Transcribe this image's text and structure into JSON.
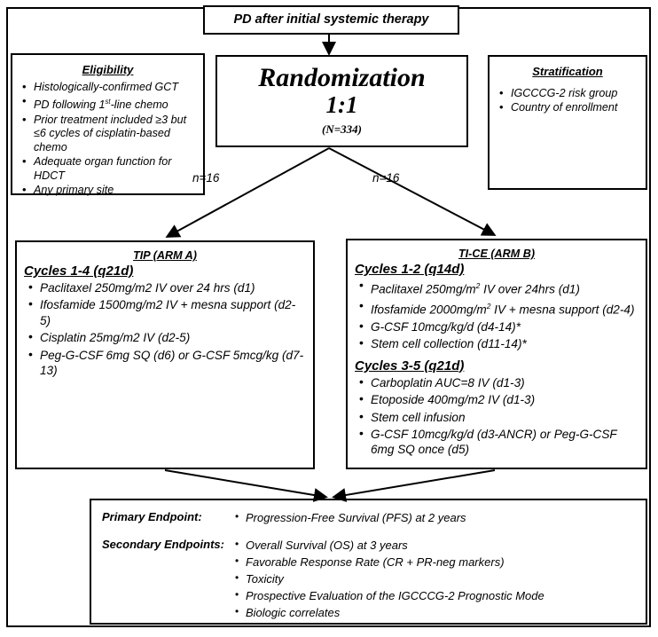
{
  "top": {
    "label": "PD after initial systemic therapy"
  },
  "eligibility": {
    "title": "Eligibility",
    "items": [
      "Histologically-confirmed GCT",
      "PD following 1st-line chemo",
      "Prior treatment included ≥3 but ≤6 cycles of cisplatin-based chemo",
      "Adequate organ function for HDCT",
      "Any primary site"
    ]
  },
  "randomization": {
    "line1": "Randomization",
    "line2": "1:1",
    "line3": "(N=334)"
  },
  "stratification": {
    "title": "Stratification",
    "items": [
      "IGCCCG-2 risk group",
      "Country of enrollment"
    ]
  },
  "allocation": {
    "left_label": "n=16",
    "right_label": "n=16"
  },
  "arm_a": {
    "title": "TIP (ARM A)",
    "cycle_heading": "Cycles 1-4 (q21d)",
    "items": [
      "Paclitaxel 250mg/m2 IV over 24 hrs (d1)",
      "Ifosfamide 1500mg/m2 IV + mesna support (d2-5)",
      "Cisplatin 25mg/m2 IV (d2-5)",
      "Peg-G-CSF 6mg SQ (d6) or G-CSF 5mcg/kg (d7-13)"
    ]
  },
  "arm_b": {
    "title": "TI-CE  (ARM B)",
    "cycle1_heading": "Cycles 1-2 (q14d)",
    "cycle1_items": [
      "Paclitaxel 250mg/m2 IV over 24hrs (d1)",
      "Ifosfamide 2000mg/m2 IV + mesna support (d2-4)",
      "G-CSF 10mcg/kg/d (d4-14)*",
      "Stem cell collection (d11-14)*"
    ],
    "cycle2_heading": "Cycles 3-5 (q21d)",
    "cycle2_items": [
      "Carboplatin AUC=8 IV (d1-3)",
      "Etoposide 400mg/m2 IV (d1-3)",
      "Stem cell infusion",
      "G-CSF 10mcg/kg/d (d3-ANCR) or Peg-G-CSF 6mg SQ once (d5)"
    ]
  },
  "endpoints": {
    "primary_label": "Primary Endpoint:",
    "primary_items": [
      "Progression-Free Survival (PFS) at 2 years"
    ],
    "secondary_label": "Secondary Endpoints:",
    "secondary_items": [
      "Overall Survival (OS) at 3 years",
      "Favorable Response Rate (CR + PR-neg markers)",
      "Toxicity",
      "Prospective Evaluation of the IGCCCG-2 Prognostic Mode",
      "Biologic correlates"
    ]
  },
  "colors": {
    "line": "#000000",
    "background": "#ffffff"
  }
}
